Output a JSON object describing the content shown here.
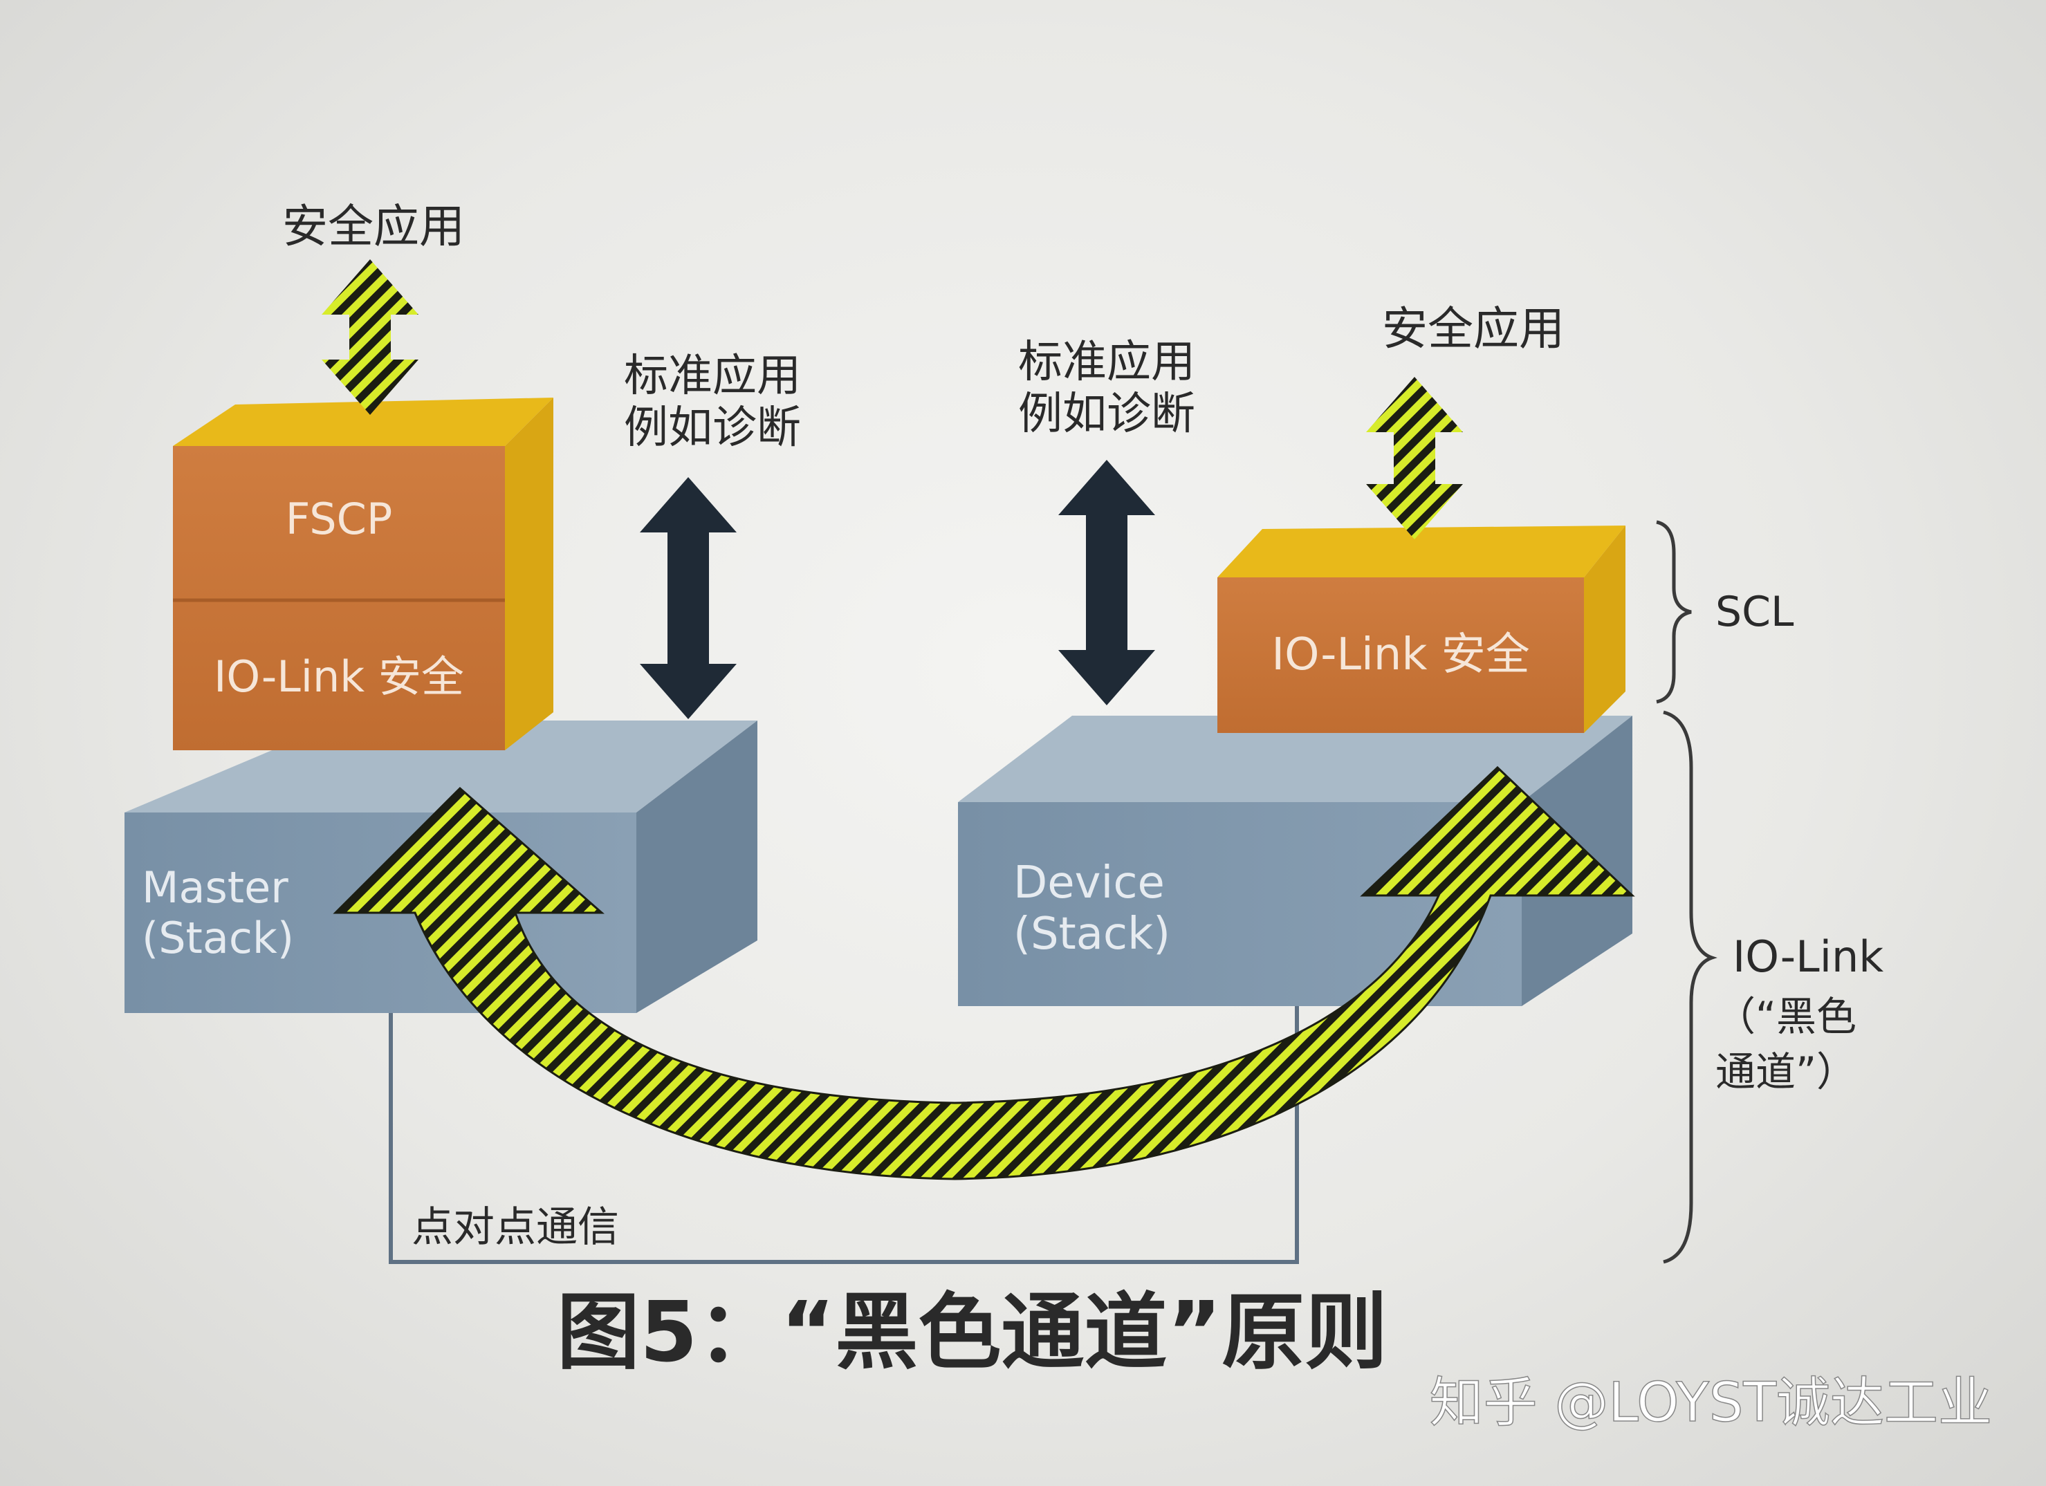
{
  "left": {
    "safety_app_label": "安全应用",
    "standard_app_line1": "标准应用",
    "standard_app_line2": "例如诊断",
    "fscp_label": "FSCP",
    "iolink_safety_label": "IO-Link 安全",
    "stack_line1": "Master",
    "stack_line2": "(Stack)"
  },
  "right": {
    "safety_app_label": "安全应用",
    "standard_app_line1": "标准应用",
    "standard_app_line2": "例如诊断",
    "iolink_safety_label": "IO-Link 安全",
    "stack_line1": "Device",
    "stack_line2": "(Stack)"
  },
  "braces": {
    "scl_label": "SCL",
    "iolink_label": "IO-Link",
    "black_channel_line1": "（“黑色",
    "black_channel_line2": "通道”）"
  },
  "p2p_label": "点对点通信",
  "caption": "图5：“黑色通道”原则",
  "watermark": "知乎 @LOYST诚达工业",
  "colors": {
    "orange": "#c9773b",
    "yellow": "#e8b91a",
    "stack_front": "#7f97ad",
    "stack_top": "#a9bac8",
    "stack_side": "#6d8499",
    "arrow_dark": "#1f2a36",
    "hatch_lime": "#d7ec2a"
  }
}
